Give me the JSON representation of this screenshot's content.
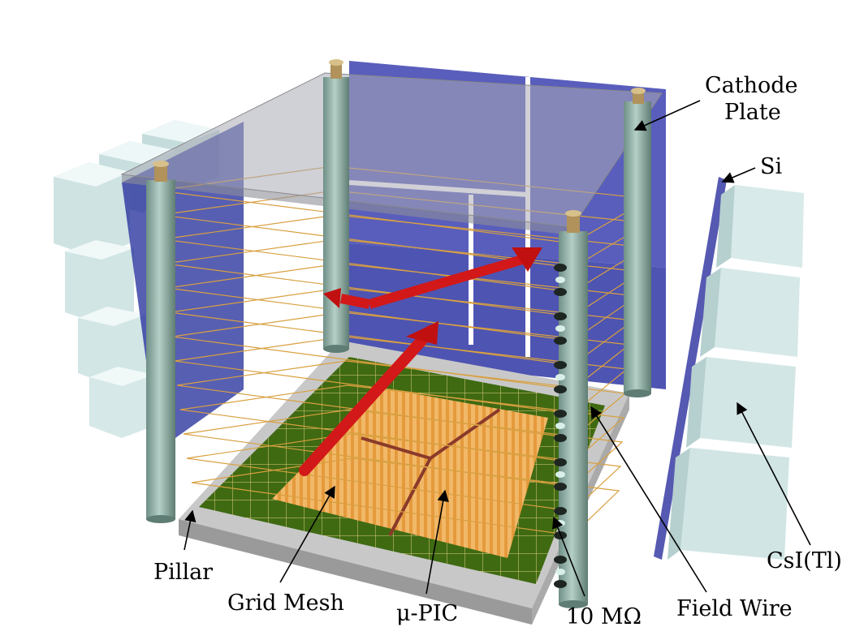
{
  "labels": {
    "cathode_line1": "Cathode",
    "cathode_line2": "Plate",
    "si": "Si",
    "pillar": "Pillar",
    "grid_mesh": "Grid Mesh",
    "mu_pic": "μ-PIC",
    "resistor": "10 MΩ",
    "field_wire": "Field Wire",
    "csi": "CsI(Tl)"
  },
  "colors": {
    "cathode": "#7f83d0",
    "si_blue": "#2a2f9e",
    "csi": "#dbecec",
    "pillar": "#8fb0a6",
    "pcb": "#3f6a12",
    "pic": "#f2b25e",
    "track": "#8a3a2a",
    "arrow": "#d21818",
    "base": "#bdbdbd",
    "wire": "#d8a040"
  }
}
